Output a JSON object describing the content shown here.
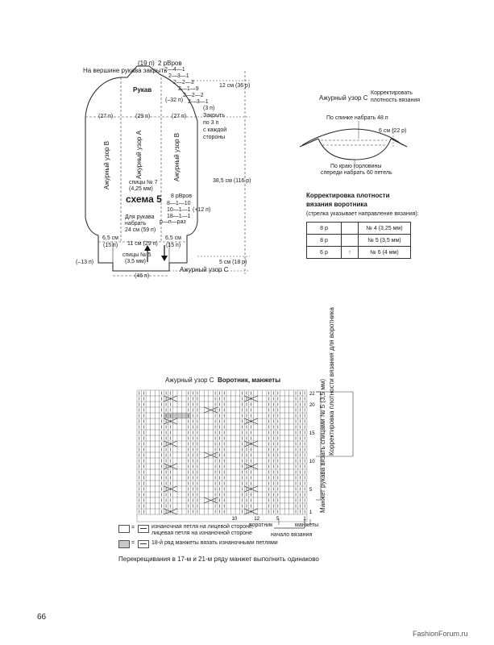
{
  "sleeve": {
    "top_close": "На вершине рукава закрыть",
    "top_count": "(19 п)",
    "rows_2": "2 р",
    "rows_label": "Вров",
    "seq": [
      "2—4—1",
      "2—3—1",
      "2—2—3",
      "2—1—9",
      "2—2—2",
      "2—3—1",
      "(3 п)"
    ],
    "title": "Рукав",
    "minus32": "(–32 п)",
    "close_by": "Закрыть",
    "close_by2": "по 3 п",
    "close_by3": "с каждой",
    "close_by4": "стороны",
    "left27": "(27 п)",
    "mid29": "(29 п)",
    "right27": "(27 п)",
    "pattern_b_left": "Ажурный узор В",
    "pattern_a": "Ажурный узор А",
    "pattern_b_right": "Ажурный узор В",
    "needles7": "спицы № 7",
    "needles7mm": "(4,25 мм)",
    "scheme": "схема 5",
    "rows8": "8 р",
    "rows8b": "Вров",
    "inc": [
      "8—1—10",
      "10—1—1",
      "18—1—1"
    ],
    "plus12": "(+12 п)",
    "cast_on1": "Для рукава",
    "cast_on2": "набрать",
    "cast_on3": "24 см (59 п)",
    "pnp": "р—п—раз",
    "cuff_h_l": "6,5 см",
    "cuff_st_l": "(15 п)",
    "cuff_mid": "11 см (29 п)",
    "cuff_h_r": "6,5 см",
    "cuff_st_r": "(15 п)",
    "needles5": "спицы № 5",
    "needles5mm": "(3,5 мм)",
    "minus13": "(–13 п)",
    "bottom46": "(46 п)",
    "pattern_c": "Ажурный узор С",
    "dim_top": "12 см (36 р)",
    "dim_mid": "38,5 см (116 р)",
    "dim_bot": "5 см (18 р)"
  },
  "collar": {
    "pattern_c": "Ажурный узор С",
    "adjust1": "Корректировать",
    "adjust2": "плотность вязания",
    "back": "По спинке набрать 48 п",
    "height": "6 см (22 р)",
    "front1": "По краю горловины",
    "front2": "спереди набрать 60 петель"
  },
  "correction": {
    "title1": "Корректировка плотности",
    "title2": "вязания воротника",
    "note": "(стрелка указывает направление вязания):",
    "rows": [
      {
        "r": "8 р",
        "n": "№ 4 (3,25 мм)"
      },
      {
        "r": "8 р",
        "n": "№ 5 (3,5 мм)"
      },
      {
        "r": "6 р",
        "n": "№ 6 (4 мм)"
      }
    ]
  },
  "chart": {
    "title": "Ажурный узор С",
    "subtitle": "Воротник, манжеты",
    "row_nums": [
      "22",
      "20",
      "15",
      "10",
      "5",
      "1"
    ],
    "col_nums": [
      "12",
      "10",
      "5",
      "1"
    ],
    "side_right": "Корректировка плотности вязания для воротника",
    "side_left": "Манжет рукава вязать спицами № 5 (3,5 мм)",
    "collar_lbl": "воротник",
    "cuff_lbl": "манжеты",
    "start_lbl": "начало вязания",
    "legend1a": "изнаночная петля на лицевой стороне,",
    "legend1b": "лицевая петля на изнаночной стороне",
    "legend2": "18-й ряд манжеты вязать изнаночными петлями",
    "eq": "=",
    "note": "Перекрещивания в 17-м и 21-м ряду манжет выполнить одинаково"
  },
  "page_number": "66",
  "watermark": "FashionForum.ru"
}
